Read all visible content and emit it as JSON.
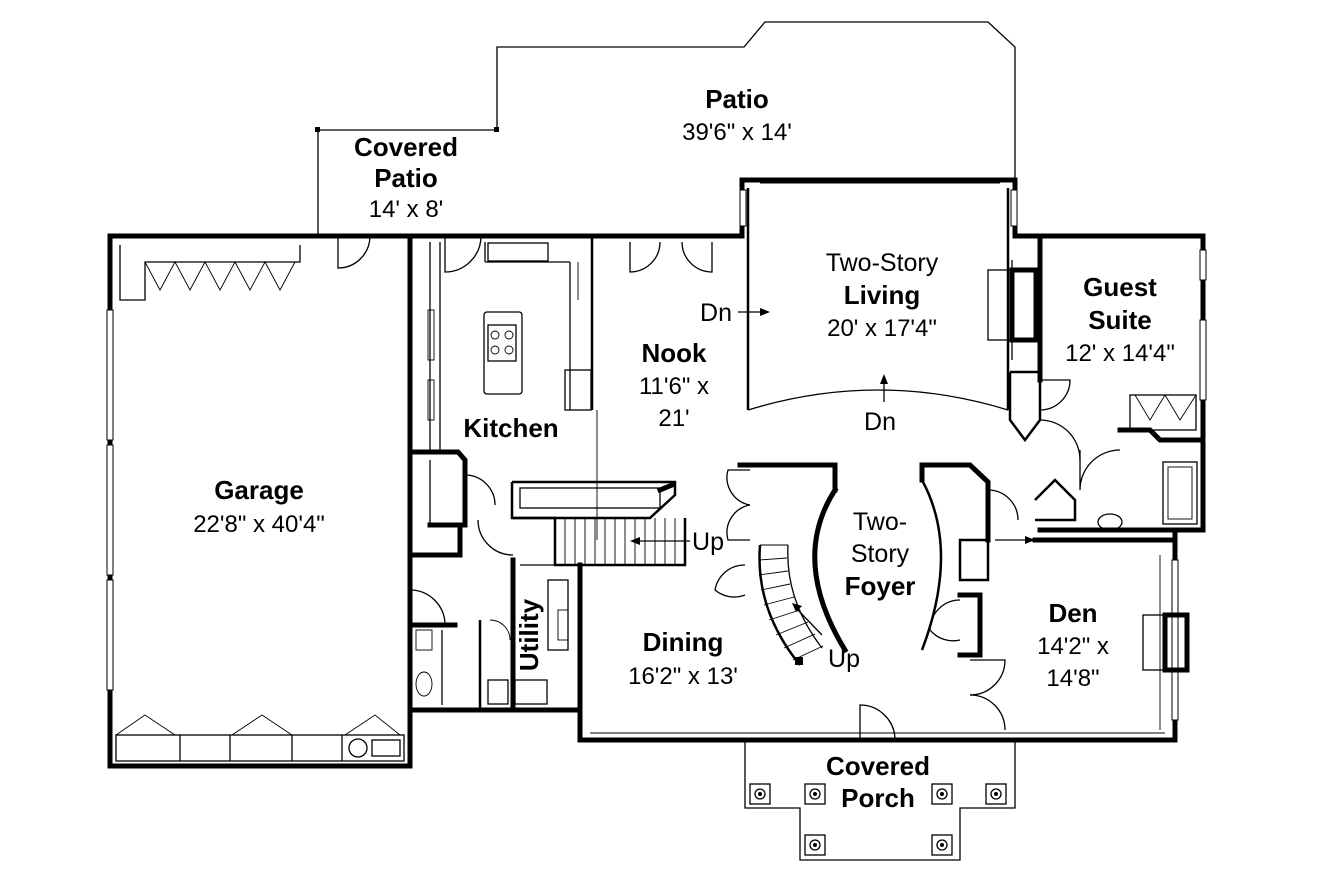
{
  "rooms": {
    "patio": {
      "name": "Patio",
      "dims": "39'6\" x 14'"
    },
    "covered_patio": {
      "name_line1": "Covered",
      "name_line2": "Patio",
      "dims": "14' x 8'"
    },
    "living": {
      "prefix": "Two-Story",
      "name": "Living",
      "dims": "20' x 17'4\""
    },
    "guest_suite": {
      "name_line1": "Guest",
      "name_line2": "Suite",
      "dims": "12' x 14'4\""
    },
    "nook": {
      "name": "Nook",
      "dims_line1": "11'6\" x",
      "dims_line2": "21'"
    },
    "kitchen": {
      "name": "Kitchen"
    },
    "garage": {
      "name": "Garage",
      "dims": "22'8\" x 40'4\""
    },
    "foyer": {
      "prefix_line1": "Two-",
      "prefix_line2": "Story",
      "name": "Foyer"
    },
    "utility": {
      "name": "Utility"
    },
    "dining": {
      "name": "Dining",
      "dims": "16'2\" x 13'"
    },
    "den": {
      "name": "Den",
      "dims_line1": "14'2\" x",
      "dims_line2": "14'8\""
    },
    "covered_porch": {
      "name_line1": "Covered",
      "name_line2": "Porch"
    }
  },
  "annotations": {
    "dn_living_side": "Dn",
    "dn_living_bottom": "Dn",
    "up_stair_straight": "Up",
    "up_stair_curved": "Up"
  }
}
